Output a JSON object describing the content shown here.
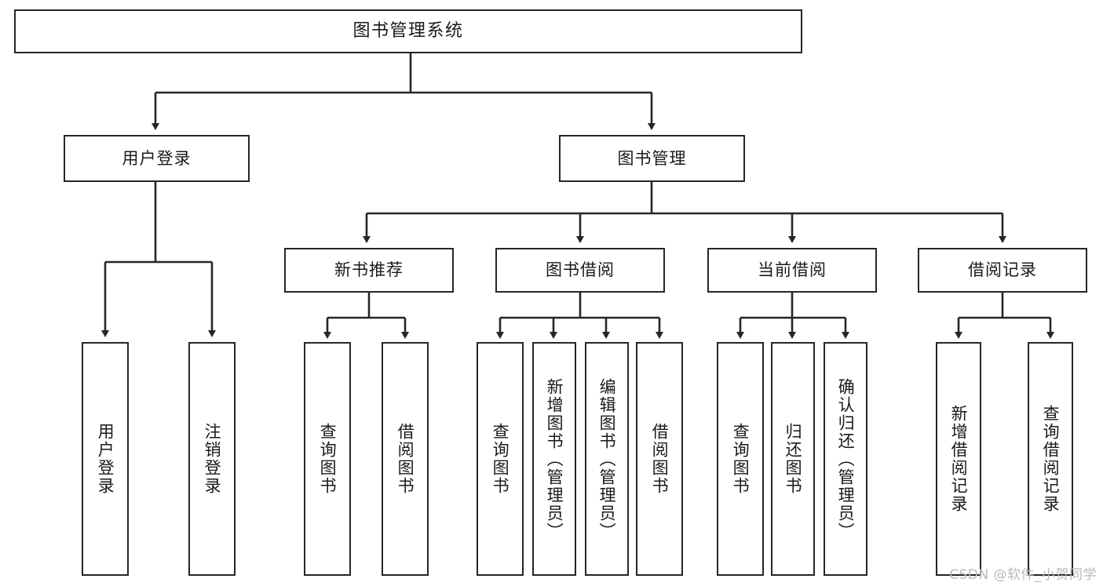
{
  "diagram": {
    "title": "图书管理系统",
    "type": "tree",
    "orientation": "top-down",
    "colors": {
      "node_border": "#262626",
      "node_fill": "#ffffff",
      "edge": "#262626",
      "text": "#1a1a1a",
      "watermark": "#b9b9b9",
      "background": "#ffffff"
    }
  },
  "watermark": {
    "text": "CSDN @软件_小贺同学"
  },
  "nodes": {
    "root": {
      "label": "图书管理系统"
    },
    "level1": [
      {
        "id": "user-login",
        "label": "用户登录"
      },
      {
        "id": "book-manage",
        "label": "图书管理"
      }
    ],
    "level2": [
      {
        "id": "new-book-recommend",
        "label": "新书推荐"
      },
      {
        "id": "book-borrow",
        "label": "图书借阅"
      },
      {
        "id": "current-borrow",
        "label": "当前借阅"
      },
      {
        "id": "borrow-record",
        "label": "借阅记录"
      }
    ],
    "leaves": [
      {
        "id": "leaf-user-login",
        "label": "用户登录",
        "parent": "user-login"
      },
      {
        "id": "leaf-logout",
        "label": "注销登录",
        "parent": "user-login"
      },
      {
        "id": "leaf-query-book-1",
        "label": "查询图书",
        "parent": "new-book-recommend"
      },
      {
        "id": "leaf-borrow-book-1",
        "label": "借阅图书",
        "parent": "new-book-recommend"
      },
      {
        "id": "leaf-query-book-2",
        "label": "查询图书",
        "parent": "book-borrow"
      },
      {
        "id": "leaf-add-book",
        "label": "新增图书（管理员）",
        "parent": "book-borrow"
      },
      {
        "id": "leaf-edit-book",
        "label": "编辑图书（管理员）",
        "parent": "book-borrow"
      },
      {
        "id": "leaf-borrow-book-2",
        "label": "借阅图书",
        "parent": "book-borrow"
      },
      {
        "id": "leaf-query-book-3",
        "label": "查询图书",
        "parent": "current-borrow"
      },
      {
        "id": "leaf-return-book",
        "label": "归还图书",
        "parent": "current-borrow"
      },
      {
        "id": "leaf-confirm-return",
        "label": "确认归还（管理员）",
        "parent": "current-borrow"
      },
      {
        "id": "leaf-add-record",
        "label": "新增借阅记录",
        "parent": "borrow-record"
      },
      {
        "id": "leaf-query-record",
        "label": "查询借阅记录",
        "parent": "borrow-record"
      }
    ]
  }
}
